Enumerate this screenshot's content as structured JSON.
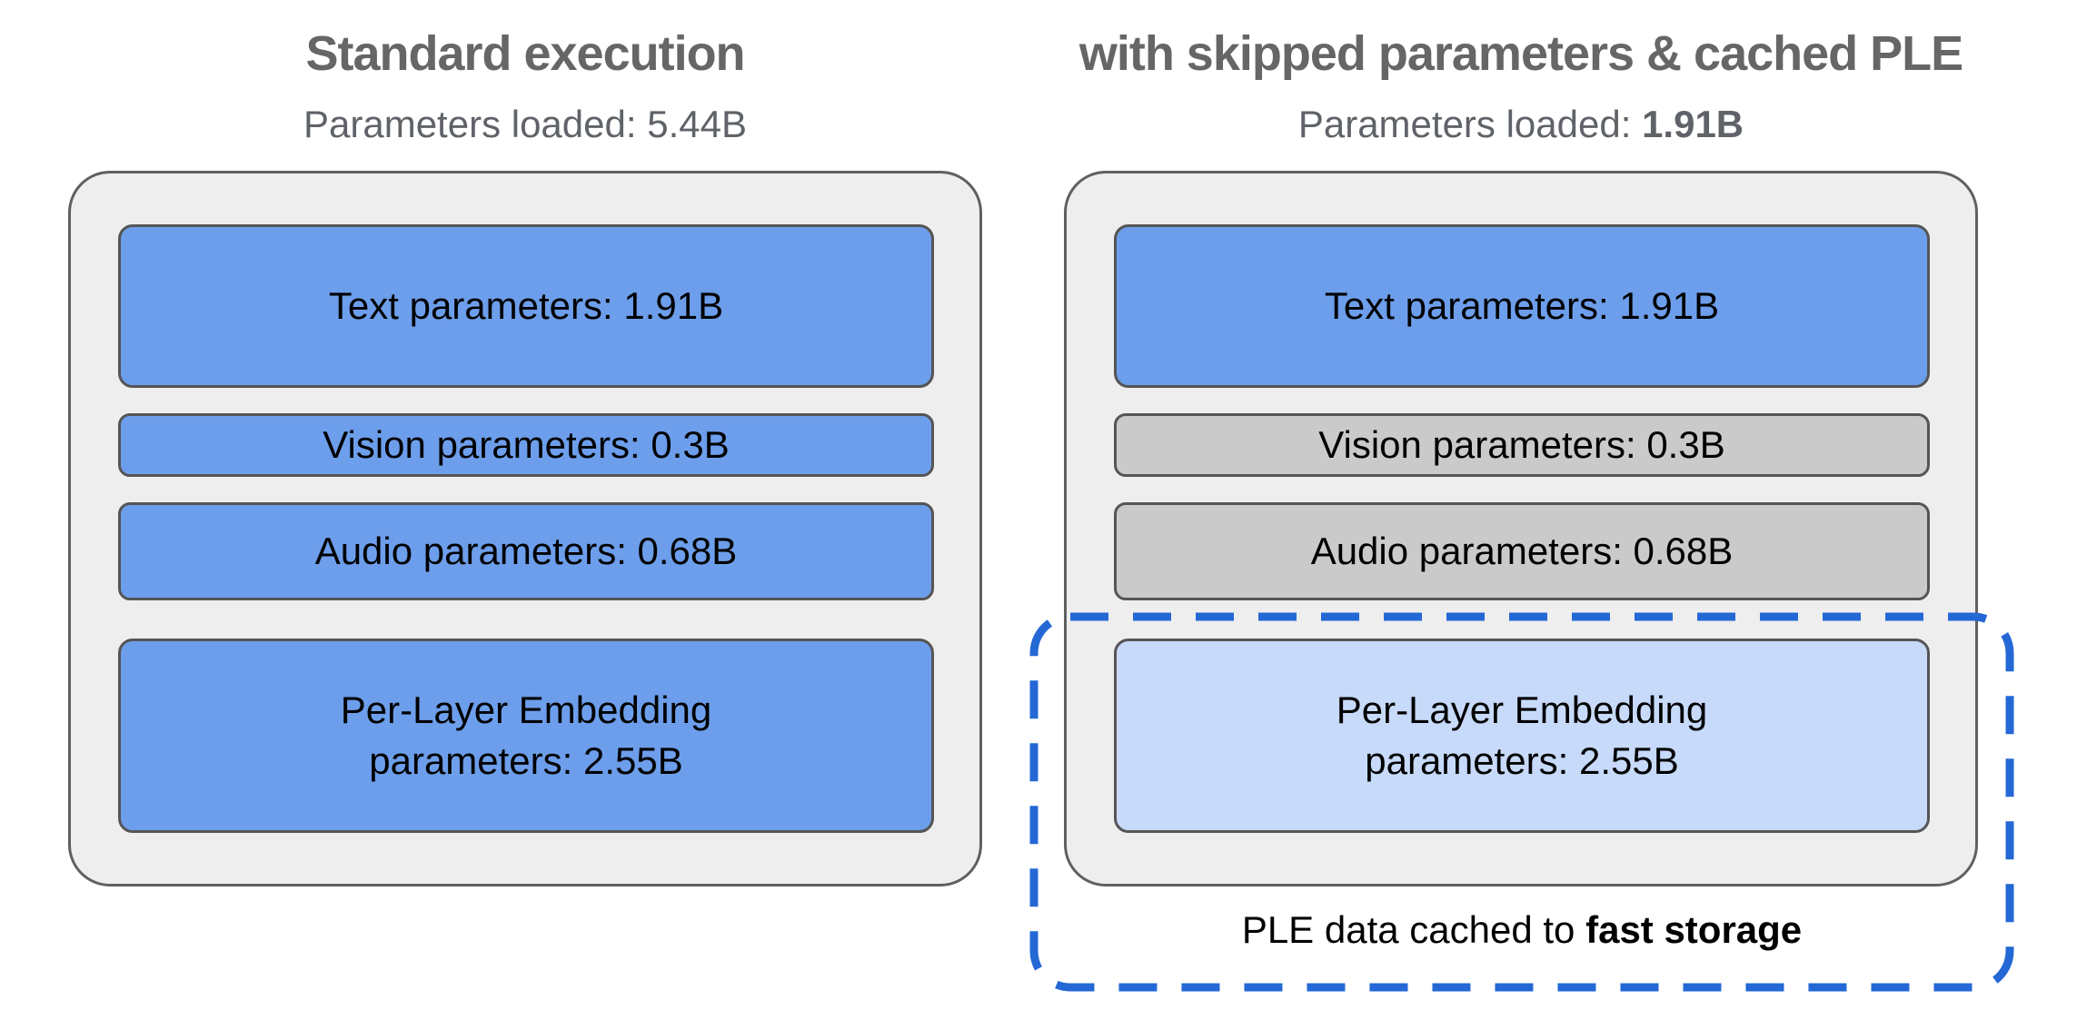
{
  "colors": {
    "title-gray": "#666666",
    "subtitle-gray": "#5f6368",
    "panel-fill": "#eeeeee",
    "panel-border": "#606060",
    "box-border": "#555555",
    "blue": "#6d9eeb",
    "skipped-gray": "#cacaca",
    "cached-blue": "#c7dafa",
    "dash-blue": "#2468d5",
    "label-black": "#000000"
  },
  "panels": {
    "left": {
      "title": "Standard execution",
      "subtitle": {
        "prefix": "Parameters loaded: ",
        "value": "5.44B"
      },
      "boxes": {
        "text": {
          "label": "Text parameters: 1.91B",
          "state": "loaded"
        },
        "vision": {
          "label": "Vision parameters: 0.3B",
          "state": "loaded"
        },
        "audio": {
          "label": "Audio parameters: 0.68B",
          "state": "loaded"
        },
        "ple": {
          "lines": [
            "Per-Layer Embedding",
            "parameters: 2.55B"
          ],
          "state": "loaded"
        }
      }
    },
    "right": {
      "title": "with skipped parameters & cached PLE",
      "subtitle": {
        "prefix": "Parameters loaded: ",
        "value": "1.91B"
      },
      "boxes": {
        "text": {
          "label": "Text parameters: 1.91B",
          "state": "loaded"
        },
        "vision": {
          "label": "Vision parameters: 0.3B",
          "state": "skipped"
        },
        "audio": {
          "label": "Audio parameters: 0.68B",
          "state": "skipped"
        },
        "ple": {
          "lines": [
            "Per-Layer Embedding",
            "parameters: 2.55B"
          ],
          "state": "cached"
        }
      },
      "caption": {
        "prefix": "PLE data cached to ",
        "bold": "fast storage"
      }
    }
  }
}
